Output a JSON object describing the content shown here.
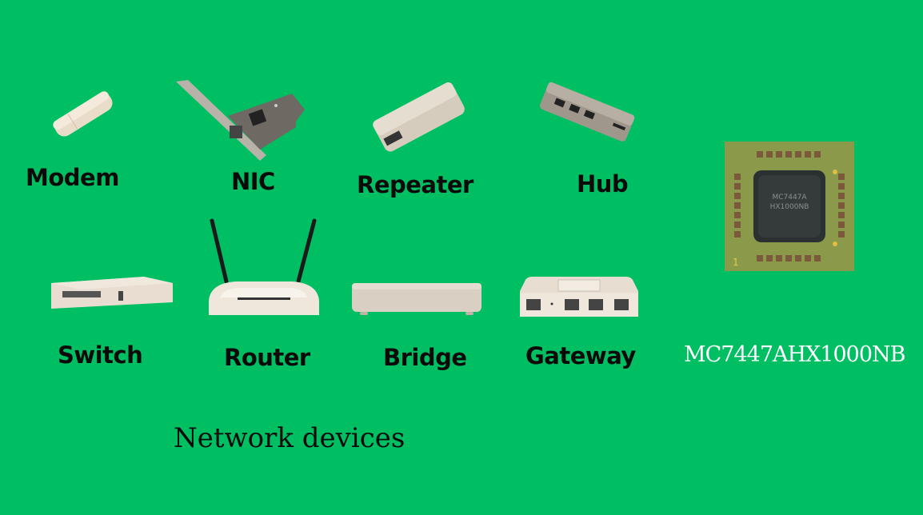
{
  "background_color": "#00bf63",
  "devices_row1": [
    {
      "name": "modem",
      "label": "Modem",
      "icon": "usb-modem-icon"
    },
    {
      "name": "nic",
      "label": "NIC",
      "icon": "network-card-icon"
    },
    {
      "name": "repeater",
      "label": "Repeater",
      "icon": "repeater-icon"
    },
    {
      "name": "hub",
      "label": "Hub",
      "icon": "usb-hub-icon"
    }
  ],
  "devices_row2": [
    {
      "name": "switch",
      "label": "Switch",
      "icon": "network-switch-icon"
    },
    {
      "name": "router",
      "label": "Router",
      "icon": "wifi-router-icon"
    },
    {
      "name": "bridge",
      "label": "Bridge",
      "icon": "bridge-icon"
    },
    {
      "name": "gateway",
      "label": "Gateway",
      "icon": "gateway-icon"
    }
  ],
  "chip": {
    "label": "MC7447AHX1000NB",
    "marking_line1": "MC7447A",
    "marking_line2": "HX1000NB",
    "pin_marker": "1"
  },
  "title": "Network devices"
}
